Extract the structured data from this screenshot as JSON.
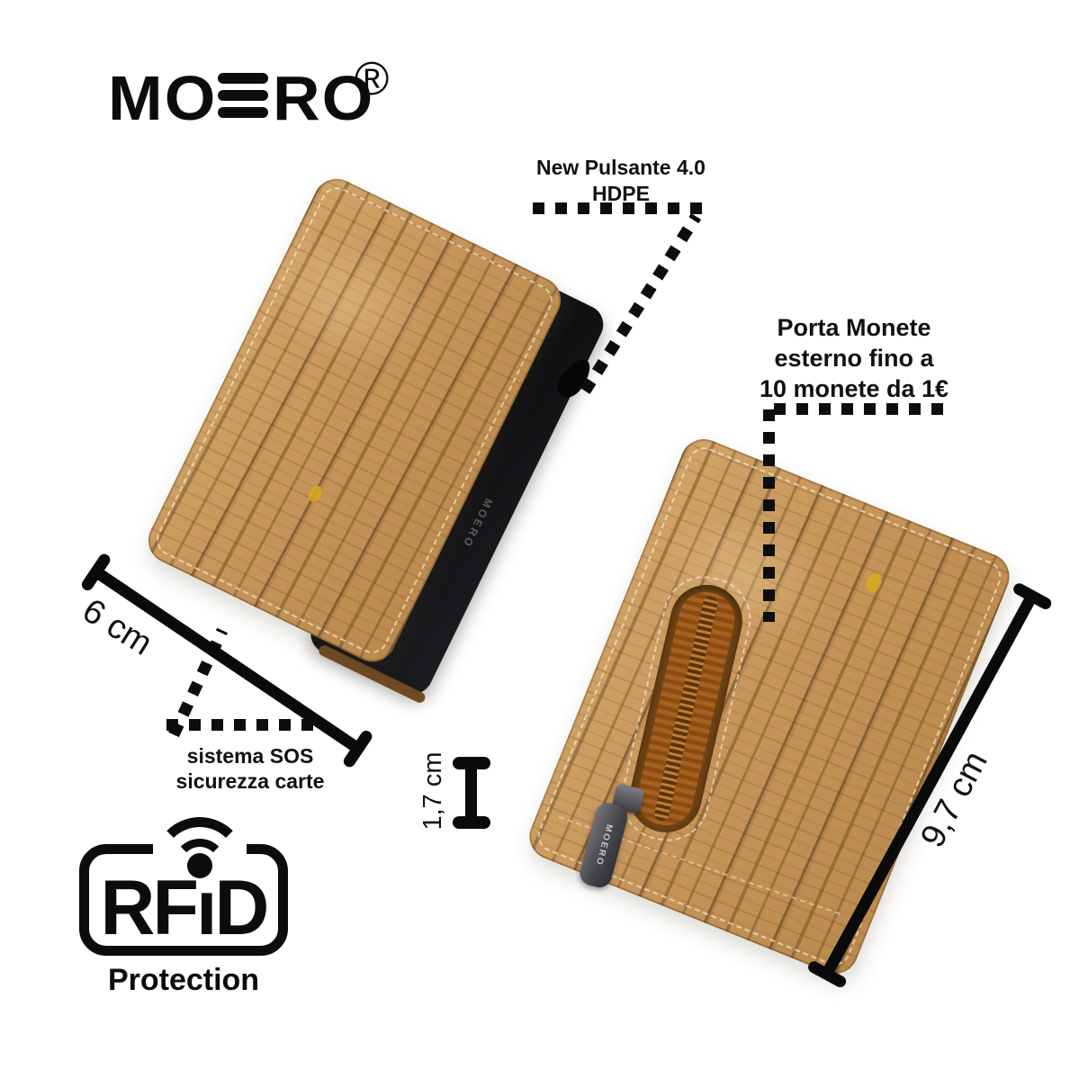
{
  "brand": {
    "name": "MOERO",
    "logo_left": "MO",
    "logo_right": "RO",
    "registered_mark": "®"
  },
  "callouts": {
    "pulsante": {
      "line1": "New Pulsante 4.0",
      "line2": "HDPE"
    },
    "porta_monete": {
      "line1": "Porta Monete",
      "line2": "esterno fino a",
      "line3": "10 monete da 1€"
    },
    "sos": {
      "line1": "sistema SOS",
      "line2": "sicurezza carte"
    }
  },
  "measurements": {
    "width_label": "6 cm",
    "thickness_label": "1,7 cm",
    "height_label": "9,7 cm"
  },
  "rfid": {
    "rf": "RF",
    "i_dotless": "ı",
    "d": "D",
    "protection": "Protection"
  },
  "colors": {
    "ink": "#0d0d0d",
    "background": "#ffffff",
    "cork_base": "#c9985c",
    "cork_grain": "#6f4f22",
    "case_black": "#141416",
    "zipper_tape": "#9a5a1e",
    "metal_gray": "#55555a",
    "yellow_fleck": "#d9a81f"
  }
}
